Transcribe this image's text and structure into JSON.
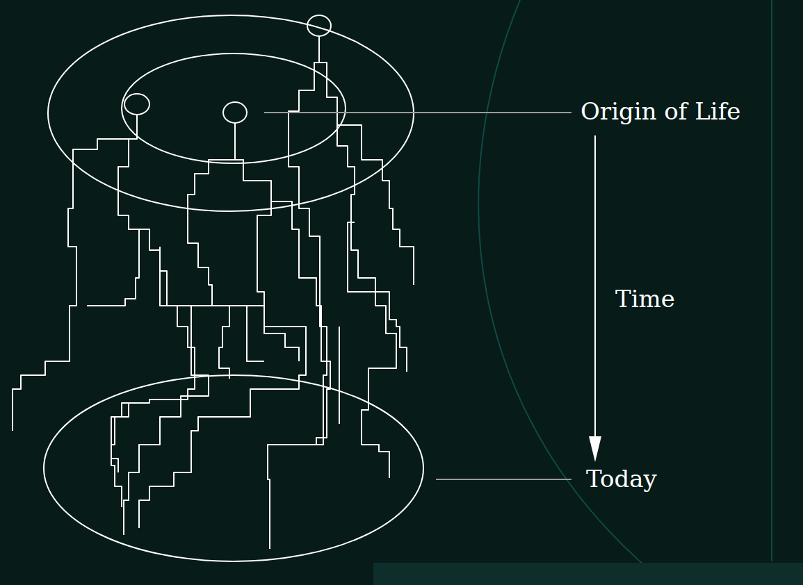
{
  "diagram": {
    "labels": [
      "Origin of Life",
      "Time",
      "Today"
    ]
  }
}
